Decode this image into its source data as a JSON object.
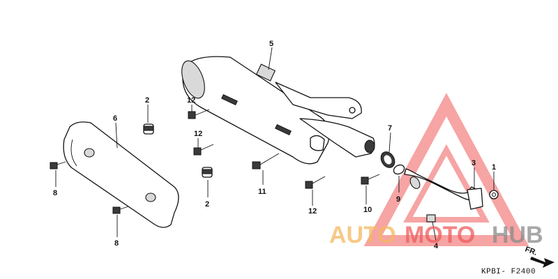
{
  "diagram": {
    "drawing_code": "KPBI- F2400",
    "direction_label": "FR.",
    "callouts": [
      "1",
      "2",
      "2",
      "3",
      "4",
      "5",
      "6",
      "7",
      "8",
      "8",
      "9",
      "10",
      "11",
      "12",
      "12",
      "12"
    ],
    "watermark": {
      "part1": "AUTO",
      "part2": "MOTO",
      "part3": "HUB",
      "colors": {
        "auto": "#f4b860",
        "moto": "#ef5b5b",
        "hub": "#8a8a8a",
        "triangle": "#ef5b5b"
      }
    }
  }
}
